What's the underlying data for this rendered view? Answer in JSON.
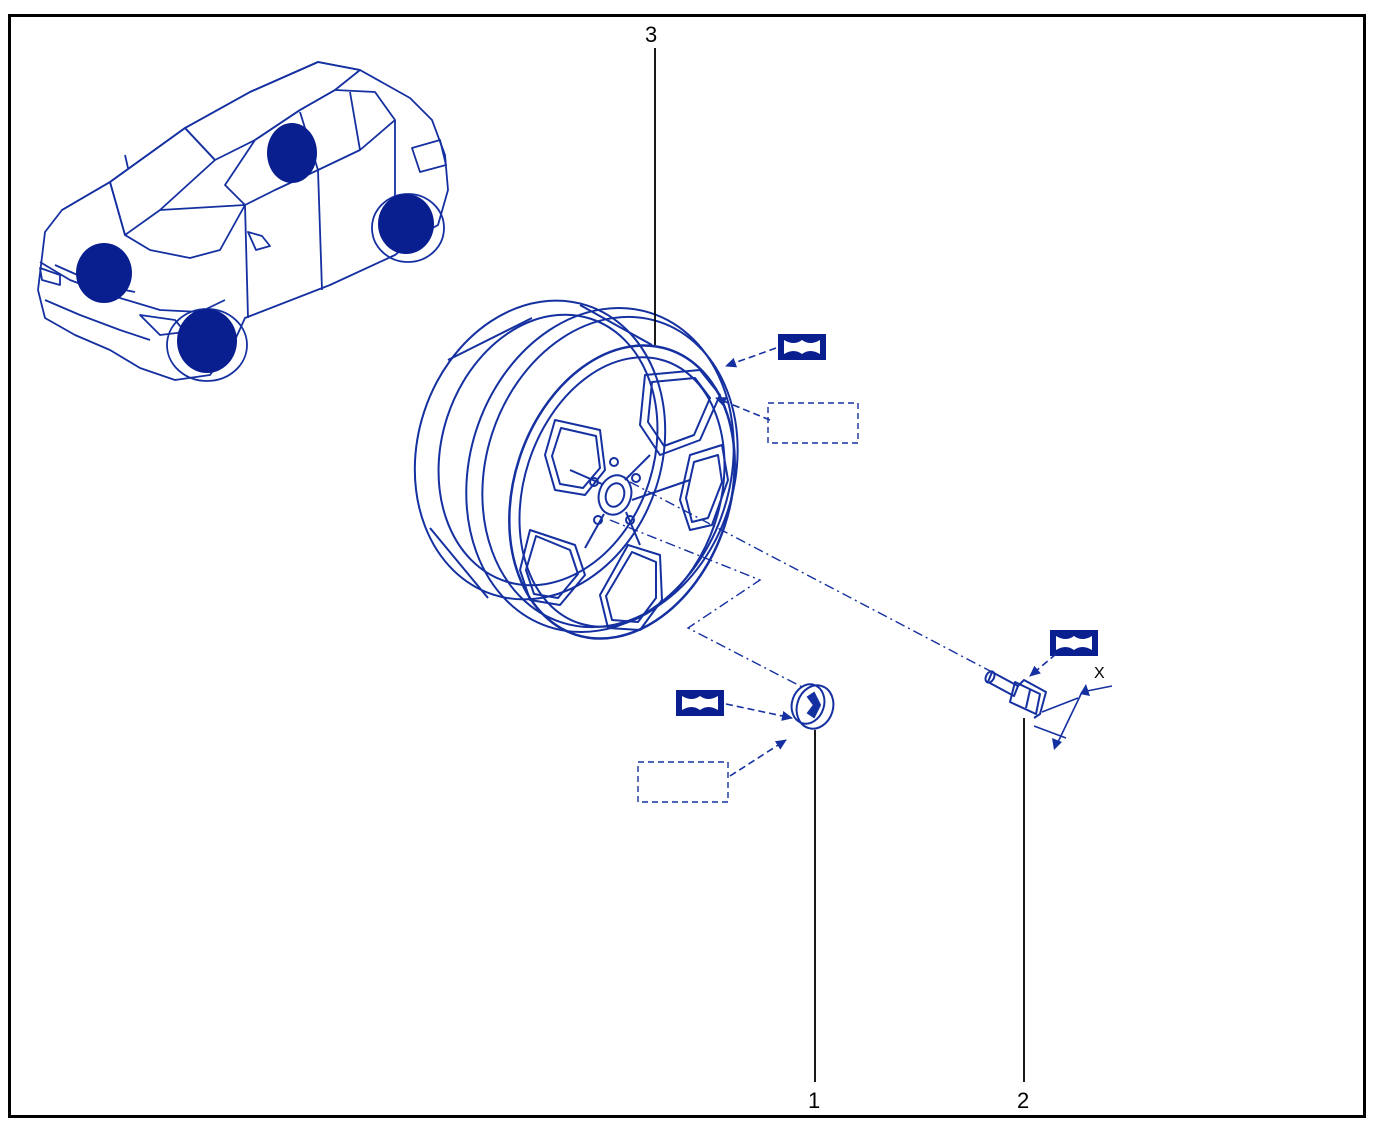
{
  "callouts": [
    {
      "id": "1",
      "label": "1"
    },
    {
      "id": "2",
      "label": "2"
    },
    {
      "id": "3",
      "label": "3"
    }
  ],
  "dimension": {
    "label": "X"
  },
  "colors": {
    "line": "#1530a0",
    "fill": "#0a1f8f",
    "frame": "#000000",
    "background": "#ffffff"
  },
  "icons": [
    "torque-symbol-icon",
    "part-reference-box-icon"
  ]
}
